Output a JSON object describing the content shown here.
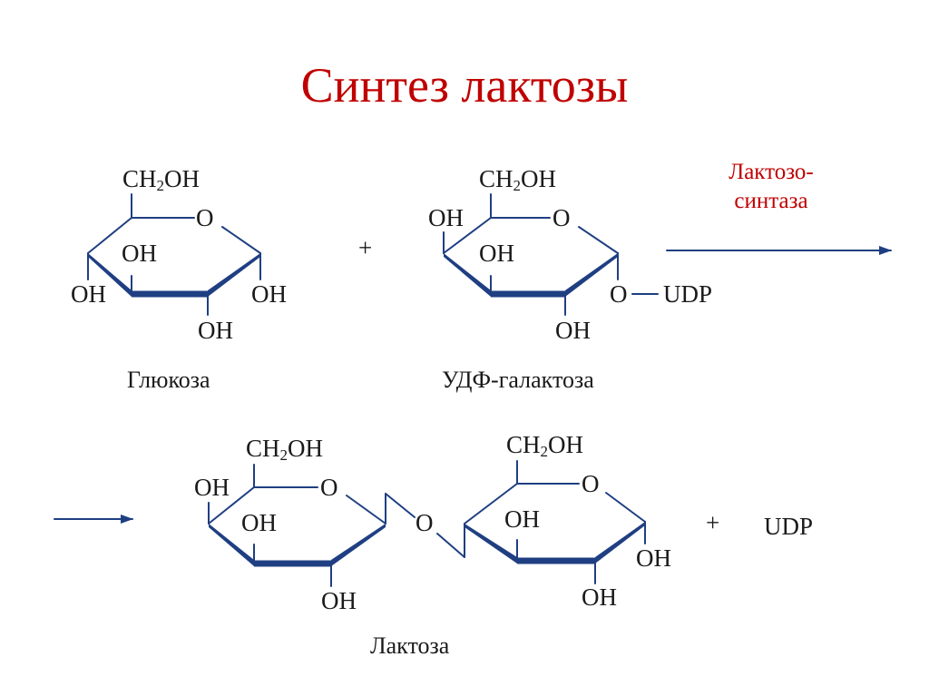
{
  "title": "Синтез лактозы",
  "colors": {
    "title": "#c00000",
    "structure": "#1f3f82",
    "text": "#1a1a1a"
  },
  "enzyme": {
    "line1": "Лактозо-",
    "line2": "синтаза"
  },
  "operators": {
    "plus": "+"
  },
  "glucose": {
    "ch2oh": "CH",
    "ch2oh_sub": "2",
    "ch2oh_tail": "OH",
    "ring_o": "O",
    "oh_inner": "OH",
    "oh_left": "OH",
    "oh_right": "OH",
    "oh_bottom": "OH",
    "caption": "Глюкоза"
  },
  "udp_galactose": {
    "ch2oh": "CH",
    "ch2oh_sub": "2",
    "ch2oh_tail": "OH",
    "oh_top_left": "OH",
    "ring_o": "O",
    "oh_inner": "OH",
    "link_o": "O",
    "udp": "UDP",
    "oh_bottom": "OH",
    "caption": "УДФ-галактоза"
  },
  "lactose": {
    "gal_ch2oh": "CH",
    "gal_ch2oh_sub": "2",
    "gal_ch2oh_tail": "OH",
    "gal_oh_top_left": "OH",
    "gal_ring_o": "O",
    "gal_oh_inner": "OH",
    "gal_oh_bottom": "OH",
    "bridge_o": "O",
    "glc_ch2oh": "CH",
    "glc_ch2oh_sub": "2",
    "glc_ch2oh_tail": "OH",
    "glc_ring_o": "O",
    "glc_oh_inner": "OH",
    "glc_oh_right": "OH",
    "glc_oh_bottom": "OH",
    "caption": "Лактоза"
  },
  "products": {
    "udp": "UDP"
  }
}
